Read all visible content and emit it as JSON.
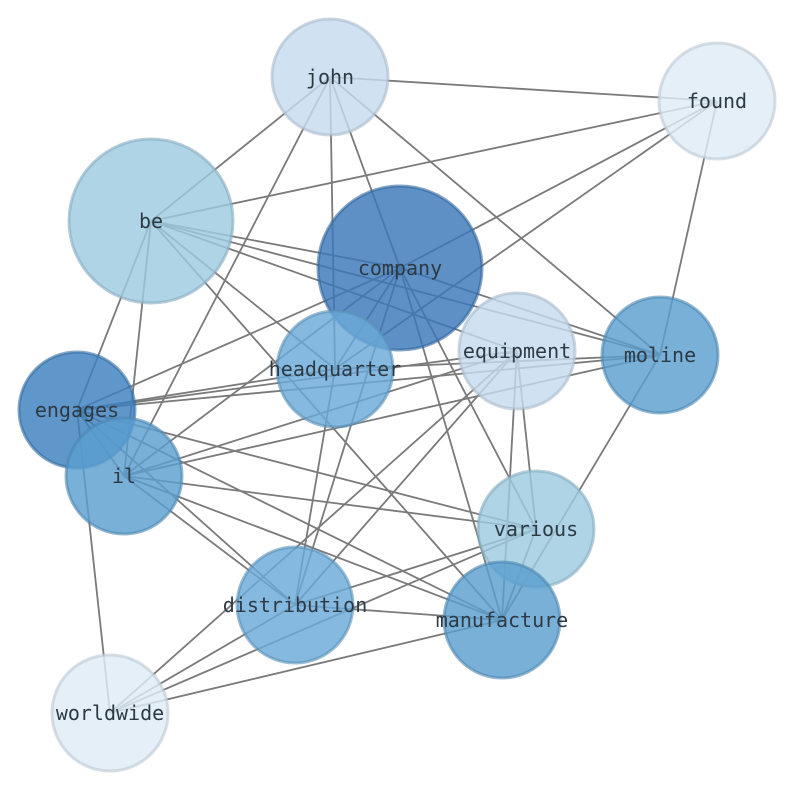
{
  "graph": {
    "nodes": [
      {
        "id": "john",
        "label": "john",
        "weight": 2,
        "color": "#c6dcef"
      },
      {
        "id": "found",
        "label": "found",
        "weight": 2,
        "color": "#deebf7"
      },
      {
        "id": "be",
        "label": "be",
        "weight": 4,
        "color": "#9ecae1"
      },
      {
        "id": "company",
        "label": "company",
        "weight": 4,
        "color": "#3a78b8"
      },
      {
        "id": "equipment",
        "label": "equipment",
        "weight": 2,
        "color": "#c6dcef"
      },
      {
        "id": "moline",
        "label": "moline",
        "weight": 2,
        "color": "#5a9fd0"
      },
      {
        "id": "headquarter",
        "label": "headquarter",
        "weight": 2,
        "color": "#6aaad8"
      },
      {
        "id": "engages",
        "label": "engages",
        "weight": 2,
        "color": "#3d80bf"
      },
      {
        "id": "il",
        "label": "il",
        "weight": 2,
        "color": "#5a9fd0"
      },
      {
        "id": "various",
        "label": "various",
        "weight": 2,
        "color": "#9ecae1"
      },
      {
        "id": "distribution",
        "label": "distribution",
        "weight": 2,
        "color": "#6aaad8"
      },
      {
        "id": "manufacture",
        "label": "manufacture",
        "weight": 2,
        "color": "#5a9fd0"
      },
      {
        "id": "worldwide",
        "label": "worldwide",
        "weight": 2,
        "color": "#deebf7"
      }
    ],
    "edges": [
      [
        "john",
        "found"
      ],
      [
        "john",
        "be"
      ],
      [
        "john",
        "company"
      ],
      [
        "john",
        "headquarter"
      ],
      [
        "john",
        "moline"
      ],
      [
        "john",
        "il"
      ],
      [
        "found",
        "be"
      ],
      [
        "found",
        "company"
      ],
      [
        "found",
        "headquarter"
      ],
      [
        "found",
        "moline"
      ],
      [
        "be",
        "company"
      ],
      [
        "be",
        "headquarter"
      ],
      [
        "be",
        "moline"
      ],
      [
        "be",
        "equipment"
      ],
      [
        "be",
        "engages"
      ],
      [
        "be",
        "il"
      ],
      [
        "be",
        "manufacture"
      ],
      [
        "company",
        "headquarter"
      ],
      [
        "company",
        "moline"
      ],
      [
        "company",
        "engages"
      ],
      [
        "company",
        "il"
      ],
      [
        "company",
        "various"
      ],
      [
        "company",
        "manufacture"
      ],
      [
        "company",
        "distribution"
      ],
      [
        "equipment",
        "engages"
      ],
      [
        "equipment",
        "il"
      ],
      [
        "equipment",
        "various"
      ],
      [
        "equipment",
        "manufacture"
      ],
      [
        "equipment",
        "distribution"
      ],
      [
        "equipment",
        "worldwide"
      ],
      [
        "moline",
        "engages"
      ],
      [
        "moline",
        "il"
      ],
      [
        "moline",
        "headquarter"
      ],
      [
        "moline",
        "manufacture"
      ],
      [
        "headquarter",
        "engages"
      ],
      [
        "headquarter",
        "distribution"
      ],
      [
        "engages",
        "il"
      ],
      [
        "engages",
        "various"
      ],
      [
        "engages",
        "manufacture"
      ],
      [
        "engages",
        "distribution"
      ],
      [
        "engages",
        "worldwide"
      ],
      [
        "il",
        "various"
      ],
      [
        "il",
        "distribution"
      ],
      [
        "il",
        "manufacture"
      ],
      [
        "various",
        "distribution"
      ],
      [
        "various",
        "manufacture"
      ],
      [
        "various",
        "worldwide"
      ],
      [
        "distribution",
        "manufacture"
      ],
      [
        "distribution",
        "worldwide"
      ],
      [
        "manufacture",
        "worldwide"
      ]
    ]
  }
}
